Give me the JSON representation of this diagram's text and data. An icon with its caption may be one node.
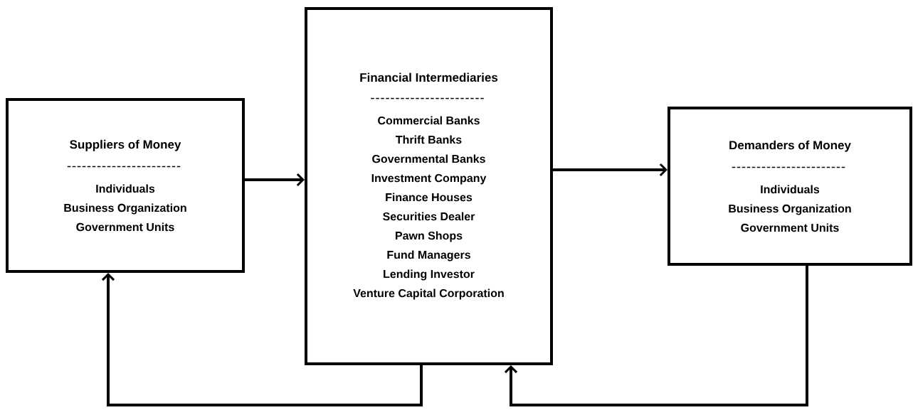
{
  "diagram": {
    "nodes": [
      {
        "text": [
          "Suppliers of Money",
          "Individuals",
          "Business Organization",
          "Government Units"
        ]
      },
      {
        "text": [
          "Financial Intermediaries",
          "Commercial Banks",
          "Thrift Banks",
          "Governmental Banks",
          "Investment Company",
          "Finance Houses",
          "Securities Dealer",
          "Pawn Shops",
          "Fund Managers",
          "Lending Investor",
          "Venture Capital Corporation"
        ]
      },
      {
        "text": [
          "Demanders of Money",
          "Individuals",
          "Business Organization",
          "Government Units"
        ]
      }
    ],
    "edges": [
      {
        "from": 0,
        "to": 1,
        "arrow": "to"
      },
      {
        "from": 1,
        "to": 2,
        "arrow": "to"
      },
      {
        "from": 1,
        "to": 0,
        "arrow": "to"
      },
      {
        "from": 2,
        "to": 1,
        "arrow": "to"
      }
    ]
  }
}
